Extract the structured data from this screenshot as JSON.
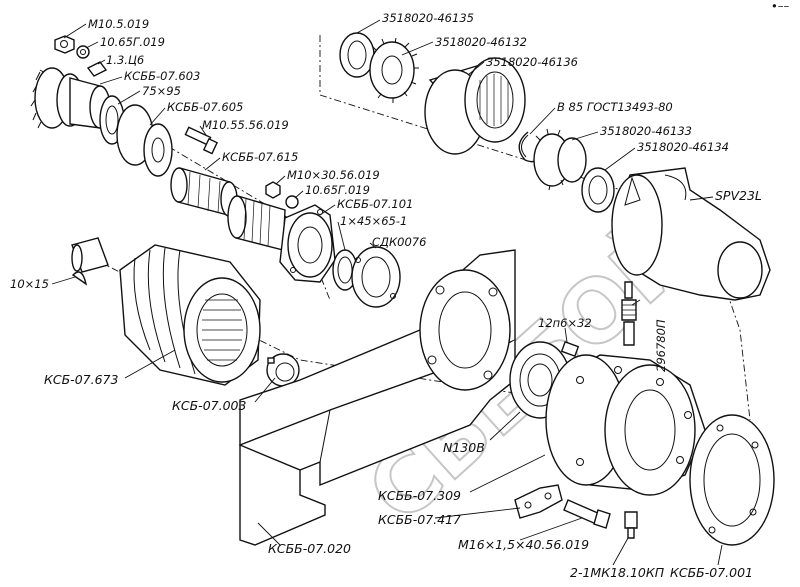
{
  "corner_mark": "•––",
  "watermark_text": "СБЕБОЙ",
  "labels": {
    "m10_5_019": "М10.5.019",
    "p10_65g_019_top": "10.65Г.019",
    "p1_3_c6": "1.3.Ц6",
    "ks66_07_603": "КСББ-07.603",
    "p75x95": "75×95",
    "ks66_07_605": "КСББ-07.605",
    "m10_55_56_019": "М10.55.56.019",
    "ks66_07_615": "КСББ-07.615",
    "m10x30_56_019": "М10×30.56.019",
    "p10_65g_019": "10.65Г.019",
    "ks66_07_101": "КСББ-07.101",
    "p1x45x65_1": "1×45×65-1",
    "sdk0076": "СДК0076",
    "p10x15": "10×15",
    "ks6_07_673": "КСБ-07.673",
    "ks6_07_003": "КСБ-07.003",
    "p3518020_46135": "3518020-46135",
    "p3518020_46132": "3518020-46132",
    "p3518020_46136": "3518020-46136",
    "b85_gost": "В 85 ГОСТ13493-80",
    "p3518020_46133": "3518020-46133",
    "p3518020_46134": "3518020-46134",
    "spv23l": "SPV23L",
    "p12p6x32": "12п6×32",
    "p296780p": "296780П",
    "n130v": "N130В",
    "ks66_07_309": "КСББ-07.309",
    "ks66_07_417": "КСББ-07.417",
    "m16x1_5": "М16×1,5×40.56.019",
    "ks66_07_020": "КСББ-07.020",
    "p2_1mk18": "2-1МК18.10КП",
    "ks66_07_001": "КСББ-07.001"
  }
}
